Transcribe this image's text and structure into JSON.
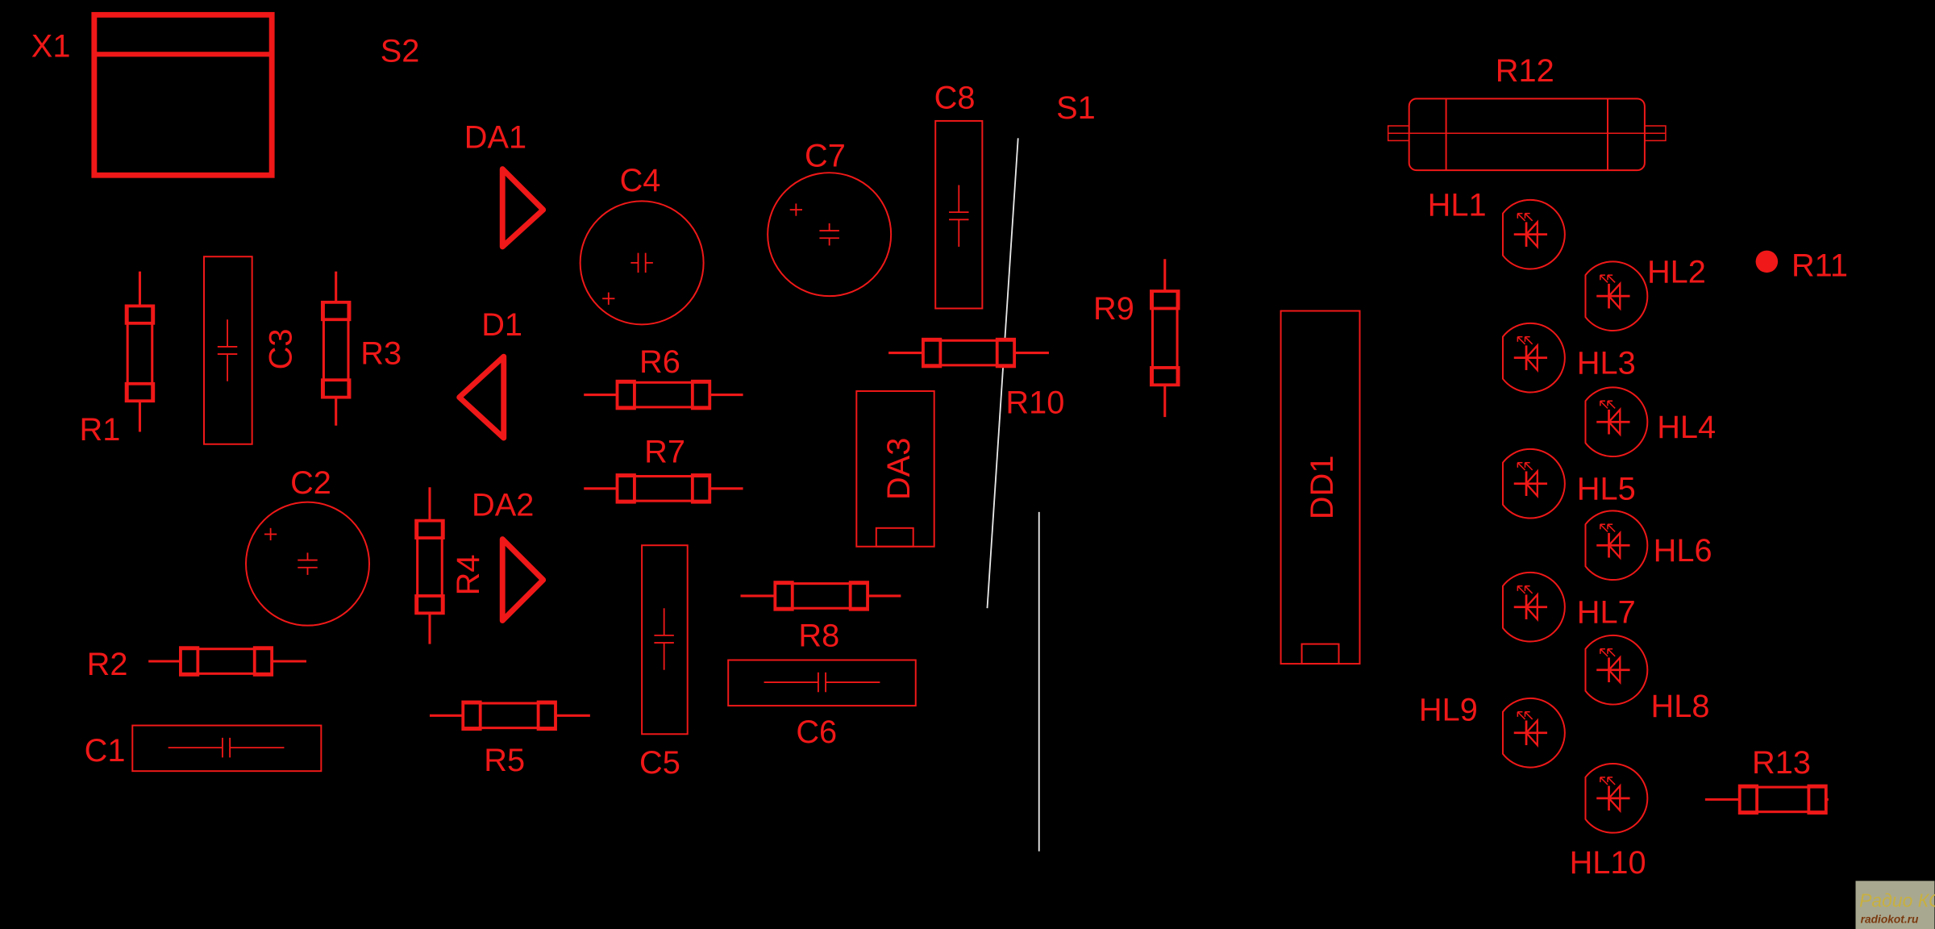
{
  "colors": {
    "background": "#000000",
    "trace": "#f01818",
    "switch_line": "#e8e8e8"
  },
  "labels": {
    "X1": "X1",
    "S2": "S2",
    "S1": "S1",
    "DA1": "DA1",
    "DA2": "DA2",
    "DA3": "DA3",
    "D1": "D1",
    "DD1": "DD1",
    "C1": "C1",
    "C2": "C2",
    "C3": "C3",
    "C4": "C4",
    "C5": "C5",
    "C6": "C6",
    "C7": "C7",
    "C8": "C8",
    "R1": "R1",
    "R2": "R2",
    "R3": "R3",
    "R4": "R4",
    "R5": "R5",
    "R6": "R6",
    "R7": "R7",
    "R8": "R8",
    "R9": "R9",
    "R10": "R10",
    "R11": "R11",
    "R12": "R12",
    "R13": "R13",
    "HL1": "HL1",
    "HL2": "HL2",
    "HL3": "HL3",
    "HL4": "HL4",
    "HL5": "HL5",
    "HL6": "HL6",
    "HL7": "HL7",
    "HL8": "HL8",
    "HL9": "HL9",
    "HL10": "HL10"
  },
  "logo": {
    "title": "Радио КОТ",
    "url": "radiokot.ru"
  }
}
